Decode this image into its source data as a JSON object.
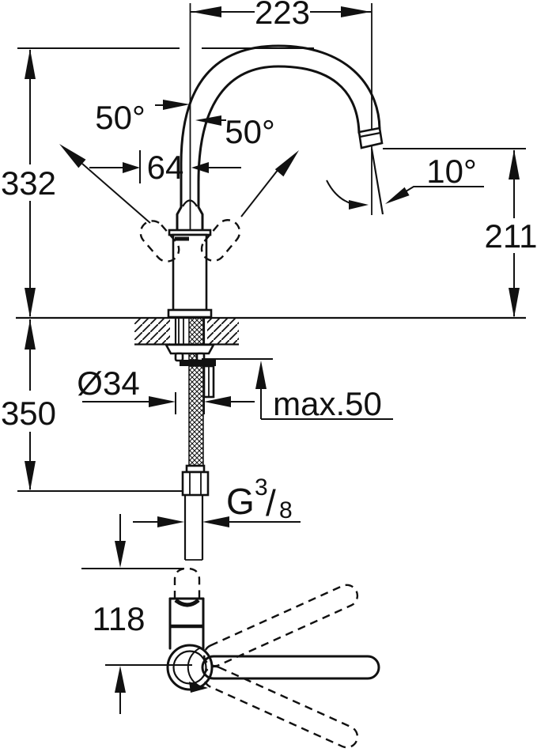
{
  "drawing": {
    "kind": "faucet-technical-dimension-drawing",
    "background_color": "#ffffff",
    "line_color": "#111111",
    "unit_note": "",
    "labels": {
      "spout_reach": "223",
      "swivel_left": "50°",
      "swivel_right": "50°",
      "spout_offset": "64",
      "stream_angle": "10°",
      "total_height": "332",
      "outlet_height": "211",
      "hose_length": "350",
      "hole_diameter": "Ø34",
      "max_counter_thickness": "max.50",
      "lever_height": "118",
      "thread": {
        "prefix": "G",
        "numerator": "3",
        "slash": "/",
        "denominator": "8"
      }
    }
  }
}
